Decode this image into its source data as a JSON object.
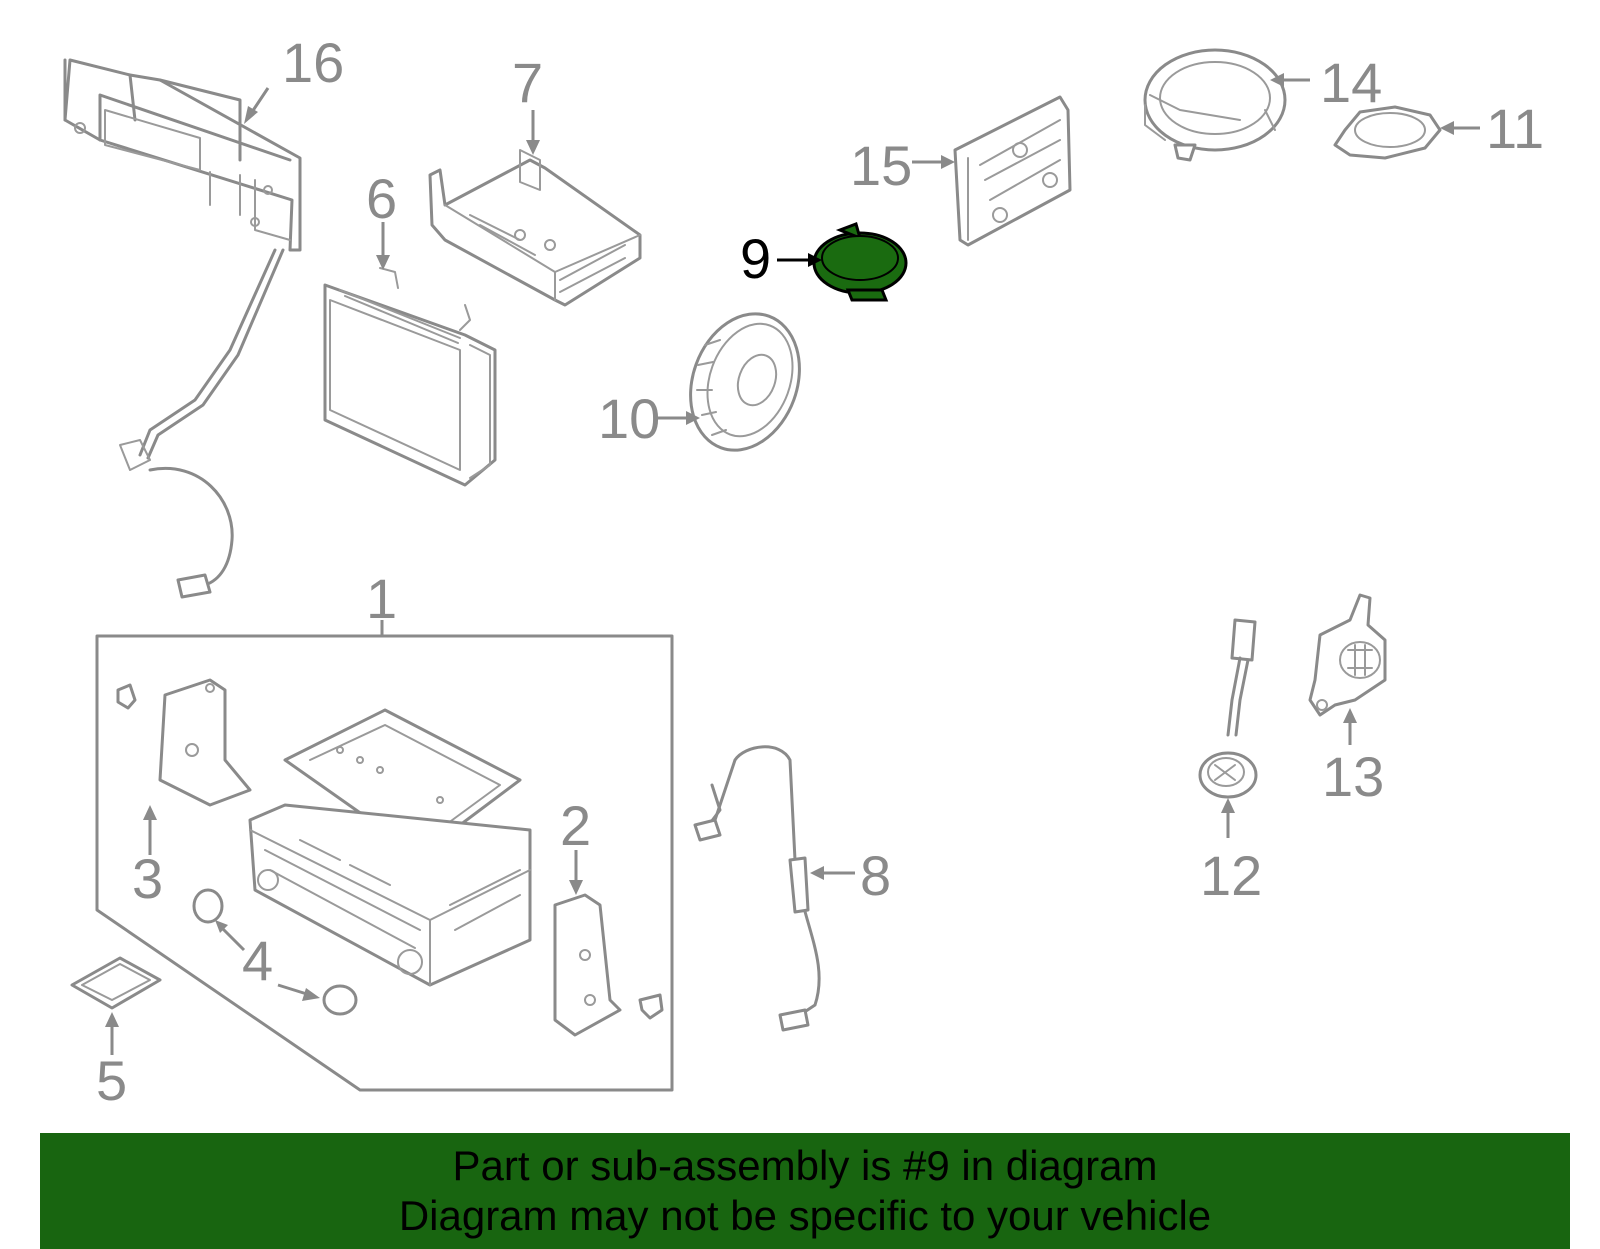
{
  "callouts": {
    "c1": "1",
    "c2": "2",
    "c3": "3",
    "c4": "4",
    "c5": "5",
    "c6": "6",
    "c7": "7",
    "c8": "8",
    "c9": "9",
    "c10": "10",
    "c11": "11",
    "c12": "12",
    "c13": "13",
    "c14": "14",
    "c15": "15",
    "c16": "16"
  },
  "highlight": {
    "part": "9",
    "color": "#186510"
  },
  "banner": {
    "line1": "Part or sub-assembly is #9 in diagram",
    "line2": "Diagram may not be specific to your vehicle",
    "color": "#186510"
  }
}
